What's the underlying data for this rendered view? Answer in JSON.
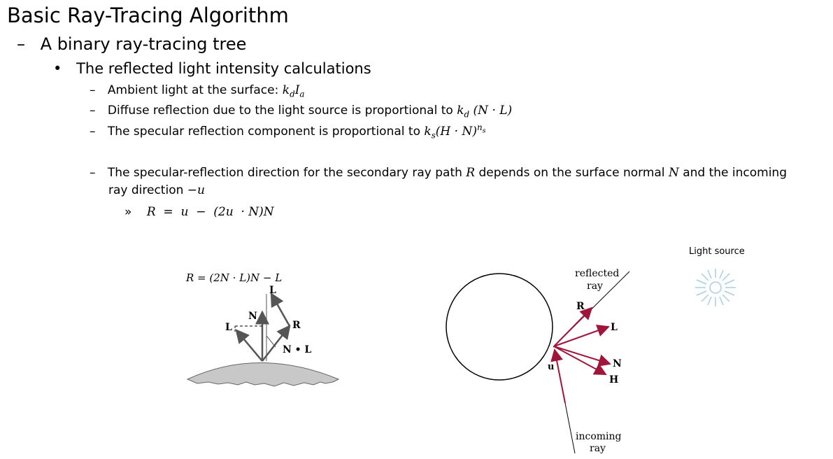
{
  "slide": {
    "title": "Basic Ray-Tracing Algorithm",
    "level1": "A binary ray-tracing tree",
    "level2": "The reflected light intensity calculations",
    "bullets": {
      "dash": "–",
      "dot": "•",
      "chevron": "»"
    },
    "items": {
      "ambient": {
        "text": "Ambient light at the surface: ",
        "math_k": "k",
        "math_k_sub": "d",
        "math_I": "I",
        "math_I_sub": "a"
      },
      "diffuse": {
        "text": "Diffuse reflection due to the light source is proportional to ",
        "math": "k",
        "math_sub": "d",
        "math_rest": "(N · L)"
      },
      "specular": {
        "text": "The specular reflection component is proportional to ",
        "math": "k",
        "math_sub": "s",
        "math_rest": "(H · N)",
        "math_sup": "n",
        "math_sup_sub": "s"
      },
      "direction": {
        "line1_a": "The specular-reflection direction for the secondary ray path ",
        "R": "R",
        "line1_b": " depends on the surface normal ",
        "N": "N",
        "line1_c": " and the incoming",
        "line2_a": "ray direction ",
        "neg_u": "−u"
      },
      "formula": "R  =  u  −  (2u  · N)N"
    }
  },
  "diagram_left": {
    "formula": "R = (2N · L)N − L",
    "labels": {
      "L_top": "L",
      "N": "N",
      "L_left": "L",
      "R": "R",
      "NdotL": "N • L"
    }
  },
  "diagram_right": {
    "labels": {
      "reflected": "reflected",
      "reflected_ray": "ray",
      "R": "R",
      "L": "L",
      "N": "N",
      "H": "H",
      "u": "u",
      "incoming": "incoming",
      "incoming_ray": "ray"
    },
    "ray_color": "#a0163a"
  },
  "light": {
    "label": "Light source",
    "icon": "sun-icon",
    "color": "#a8cfe0"
  }
}
